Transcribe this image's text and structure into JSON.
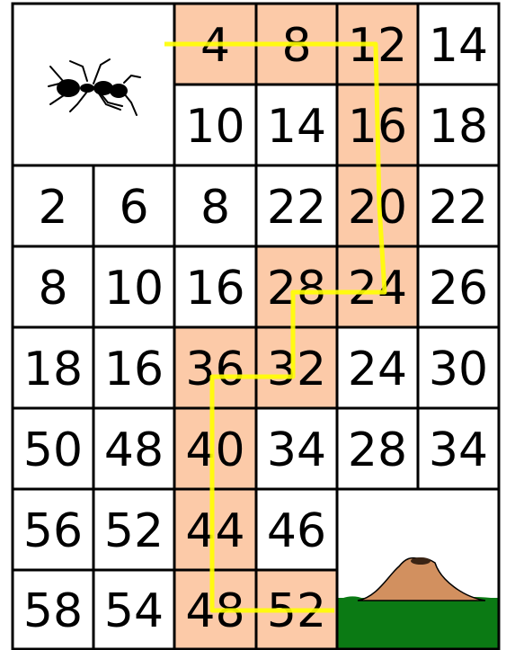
{
  "colors": {
    "highlight": "#FCCAA8",
    "path": "#FFFF00",
    "grid": "#000000",
    "hill": "#D2905F",
    "grass": "#0B7A14",
    "background": "#FFFFFF"
  },
  "grid": {
    "rows": [
      [
        "",
        "",
        "4",
        "8",
        "12",
        "14"
      ],
      [
        "",
        "",
        "10",
        "14",
        "16",
        "18"
      ],
      [
        "2",
        "6",
        "8",
        "22",
        "20",
        "22"
      ],
      [
        "8",
        "10",
        "16",
        "28",
        "24",
        "26"
      ],
      [
        "18",
        "16",
        "36",
        "32",
        "24",
        "30"
      ],
      [
        "50",
        "48",
        "40",
        "34",
        "28",
        "34"
      ],
      [
        "56",
        "52",
        "44",
        "46",
        "",
        ""
      ],
      [
        "58",
        "54",
        "48",
        "52",
        "",
        ""
      ]
    ],
    "highlighted": [
      [
        0,
        2
      ],
      [
        0,
        3
      ],
      [
        0,
        4
      ],
      [
        1,
        4
      ],
      [
        2,
        4
      ],
      [
        3,
        4
      ],
      [
        3,
        3
      ],
      [
        4,
        3
      ],
      [
        4,
        2
      ],
      [
        5,
        2
      ],
      [
        6,
        2
      ],
      [
        7,
        2
      ],
      [
        7,
        3
      ]
    ]
  },
  "icons": {
    "start": "ant-icon",
    "goal": "anthill-icon"
  }
}
